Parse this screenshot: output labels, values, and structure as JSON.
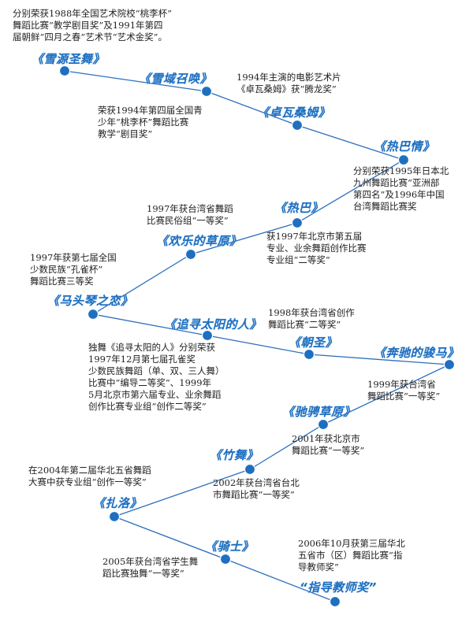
{
  "intro": "分别荣获1988年全国艺术院校“桃李杯”\n舞蹈比赛“教学剧目奖”及1991年第四\n届朝鲜“四月之春”艺术节“艺术金奖”。",
  "nodes": [
    {
      "id": "xueyuan",
      "title": "《雪源圣舞》",
      "notes": []
    },
    {
      "id": "xueyu",
      "title": "《雪域召唤》",
      "notes": [
        "荣获1994年第四届全国青\n少年“桃李杯”舞蹈比赛\n教学“剧目奖”"
      ]
    },
    {
      "id": "zhuowa",
      "title": "《卓瓦桑姆》",
      "notes": [
        "1994年主演的电影艺术片\n《卓瓦桑姆》获“腾龙奖”"
      ]
    },
    {
      "id": "reba_qing",
      "title": "《热巴情》",
      "notes": [
        "分别荣获1995年日本北\n九州舞蹈比赛“亚洲部\n第四名”及1996年中国\n台湾舞蹈比赛奖"
      ]
    },
    {
      "id": "reba",
      "title": "《热巴》",
      "notes": [
        "1997年获台湾省舞蹈\n比赛民俗组“一等奖”",
        "获1997年北京市第五届\n专业、业余舞蹈创作比赛\n专业组“二等奖”"
      ]
    },
    {
      "id": "huanle",
      "title": "《欢乐的草原》",
      "notes": []
    },
    {
      "id": "matouqin",
      "title": "《马头琴之恋》",
      "notes": [
        "1997年获第七届全国\n少数民族“孔雀杯”\n舞蹈比赛三等奖"
      ]
    },
    {
      "id": "zhuixun",
      "title": "《追寻太阳的人》",
      "notes": [
        "独舞《追寻太阳的人》分别荣获\n1997年12月第七届孔雀奖\n少数民族舞蹈（单、双、三人舞）\n比赛中“编导二等奖”、1999年\n5月北京市第六届专业、业余舞蹈\n创作比赛专业组“创作二等奖”"
      ]
    },
    {
      "id": "chaosheng",
      "title": "《朝圣》",
      "notes": [
        "1998年获台湾省创作\n舞蹈比赛“二等奖”"
      ]
    },
    {
      "id": "benchi",
      "title": "《奔驰的骏马》",
      "notes": [
        "1999年获台湾省\n舞蹈比赛“一等奖”"
      ]
    },
    {
      "id": "chicheng",
      "title": "《驰骋草原》",
      "notes": [
        "2001年获北京市\n舞蹈比赛“一等奖”"
      ]
    },
    {
      "id": "zhuwu",
      "title": "《竹舞》",
      "notes": [
        "2002年获台湾省台北\n市舞蹈比赛“一等奖”"
      ]
    },
    {
      "id": "zhaluo",
      "title": "《扎洛》",
      "notes": [
        "在2004年第二届华北五省舞蹈\n大赛中获专业组“创作一等奖”"
      ]
    },
    {
      "id": "qishi",
      "title": "《骑士》",
      "notes": [
        "2005年获台湾省学生舞\n蹈比赛独舞“一等奖”"
      ]
    },
    {
      "id": "zhidao",
      "title": "“指导教师奖”",
      "notes": [
        "2006年10月获第三届华北\n五省市（区）舞蹈比赛“指\n导教师奖”"
      ]
    }
  ]
}
